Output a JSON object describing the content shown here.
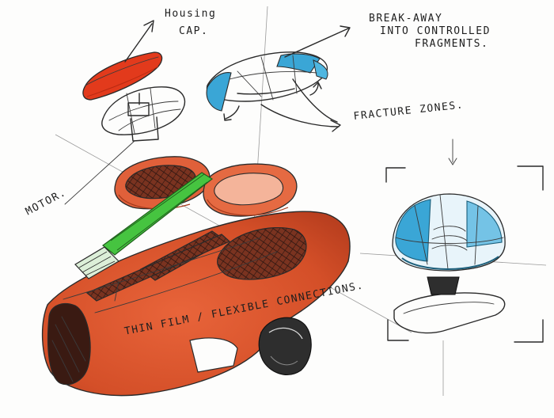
{
  "annotations": {
    "housing_cap": {
      "line1": "Housing",
      "line2": "CAP."
    },
    "break_away": {
      "line1": "BREAK-AWAY",
      "line2": "INTO CONTROLLED",
      "line3": "FRAGMENTS."
    },
    "fracture_zones": "FRACTURE ZONES.",
    "motor": "MOTOR.",
    "thin_film": "THIN FILM / FLEXIBLE CONNECTIONS."
  },
  "colors": {
    "housing_orange": "#d9552e",
    "cap_red": "#e23a1c",
    "fragment_blue": "#3aa6d6",
    "film_green": "#3fbf3a",
    "ink": "#2a2a2a"
  }
}
